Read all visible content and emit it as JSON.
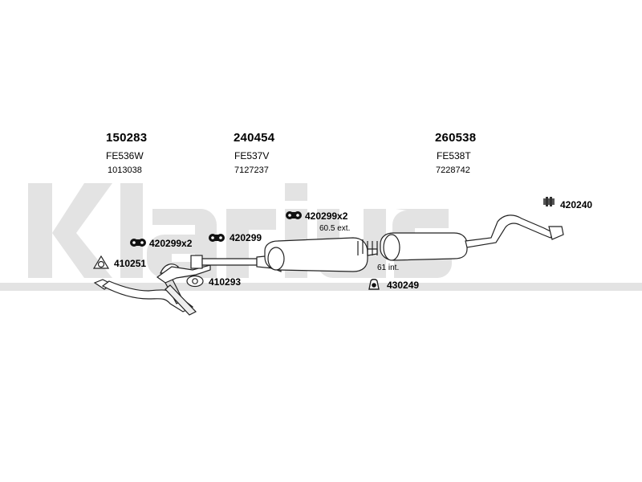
{
  "watermark": {
    "text": "Klarius",
    "color": "#e3e3e3"
  },
  "sections": [
    {
      "part_number": "150283",
      "code": "FE536W",
      "oe_number": "1013038"
    },
    {
      "part_number": "240454",
      "code": "FE537V",
      "oe_number": "7127237"
    },
    {
      "part_number": "260538",
      "code": "FE538T",
      "oe_number": "7228742"
    }
  ],
  "parts": {
    "p1": "420299x2",
    "p2": "420299",
    "p3": "420299x2",
    "p4": "410251",
    "p5": "410293",
    "p6": "430249",
    "p7": "420240"
  },
  "annotations": {
    "ext": "60.5 ext.",
    "int": "61 int."
  },
  "colors": {
    "line": "#222222",
    "fill": "#ffffff",
    "mount": "#111111"
  }
}
